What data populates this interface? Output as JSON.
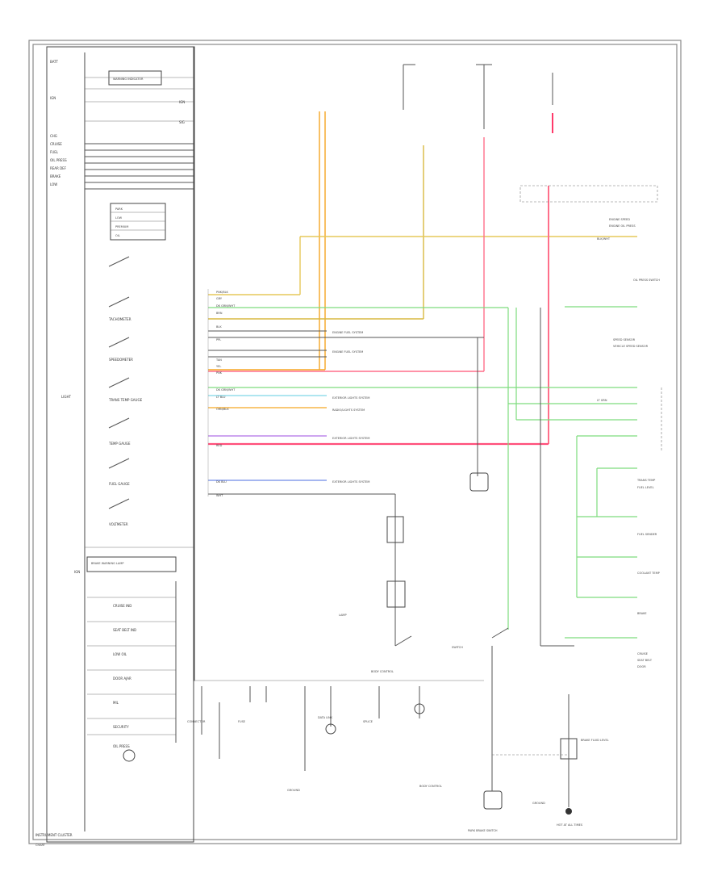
{
  "diagram": {
    "title": "INSTRUMENT CLUSTER",
    "left_side_label": "LIGHT",
    "bottom_tag": "CHART",
    "colors": {
      "orange": "#f5a623",
      "yellow": "#e6c85a",
      "pink": "#ff6f8a",
      "green": "#7ddc7d",
      "cyan": "#7fd8e6",
      "violet": "#b06fe6",
      "blue": "#6f8ae6",
      "gray": "#555555",
      "frame": "#888888"
    },
    "cluster_labels": [
      "BATT",
      "WARNING INDICATOR",
      "IGN",
      "SIG",
      "IGN",
      "CHG",
      "CRUISE",
      "FUEL",
      "OIL PRESS",
      "REAR DEF",
      "BRAKE",
      "LOW",
      "PARK",
      "LOW",
      "PREMIUM",
      "OIL",
      "TACHOMETER",
      "SPEEDOMETER",
      "TRANS TEMP GAUGE",
      "TEMP GAUGE",
      "FUEL GAUGE",
      "VOLTMETER",
      "BRAKE WARNING LAMP",
      "CRUISE IND",
      "SEAT BELT IND",
      "LOW OIL",
      "DOOR AJAR",
      "MIL",
      "SECURITY",
      "OIL PRESS"
    ],
    "mid_labels": [
      "ENGINE FUEL SYSTEM",
      "ENGINE FUEL SYSTEM",
      "EXTERIOR LIGHTS SYSTEM",
      "RADIO/LIGHTS SYSTEM",
      "EXTERIOR LIGHTS SYSTEM",
      "EXTERIOR LIGHTS SYSTEM"
    ],
    "right_labels": [
      "ENGINE SPEED",
      "ENGINE OIL PRESS",
      "OIL PRESS SWITCH",
      "SPEED SENSOR",
      "VEHICLE SPEED SENSOR",
      "TRANS TEMP",
      "FUEL LEVEL",
      "FUEL SENDER",
      "COOLANT TEMP",
      "BRAKE",
      "CRUISE",
      "SEAT BELT",
      "DOOR"
    ],
    "bottom_labels": [
      "CONNECTOR",
      "FUSE",
      "GROUND",
      "DATA LINK",
      "SPLICE",
      "BODY CONTROL",
      "BODY CONTROL",
      "LAMP",
      "SWITCH",
      "PARK BRAKE SWITCH",
      "BRAKE FLUID LEVEL",
      "HOT AT ALL TIMES",
      "GROUND"
    ],
    "wire_codes": [
      "PNK/BLK",
      "GRY",
      "DK GRN/WHT",
      "BRN",
      "BLK",
      "PPL",
      "TAN",
      "YEL",
      "PNK",
      "DK GRN/WHT",
      "LT BLU",
      "ORN/BLK",
      "DK BLU",
      "WHT",
      "RED",
      "LT GRN",
      "BLK/WHT"
    ]
  }
}
